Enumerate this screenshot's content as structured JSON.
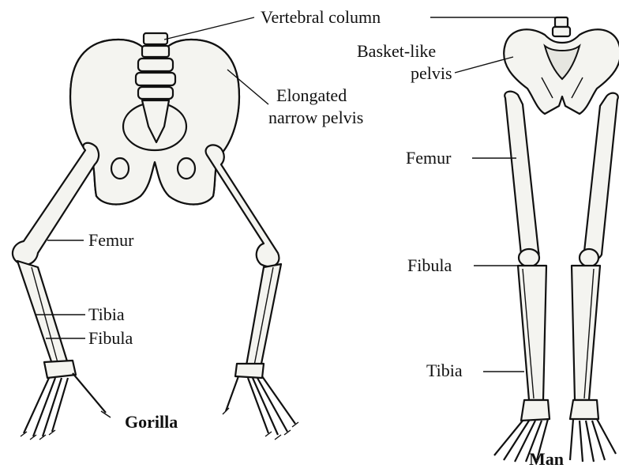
{
  "gorilla": {
    "caption": "Gorilla",
    "labels": {
      "vertebral_column": "Vertebral column",
      "elongated_pelvis_line1": "Elongated",
      "elongated_pelvis_line2": "narrow pelvis",
      "femur": "Femur",
      "tibia": "Tibia",
      "fibula": "Fibula"
    }
  },
  "man": {
    "caption": "Man",
    "labels": {
      "basket_pelvis_line1": "Basket-like",
      "basket_pelvis_line2": "pelvis",
      "femur": "Femur",
      "fibula": "Fibula",
      "tibia": "Tibia"
    }
  }
}
